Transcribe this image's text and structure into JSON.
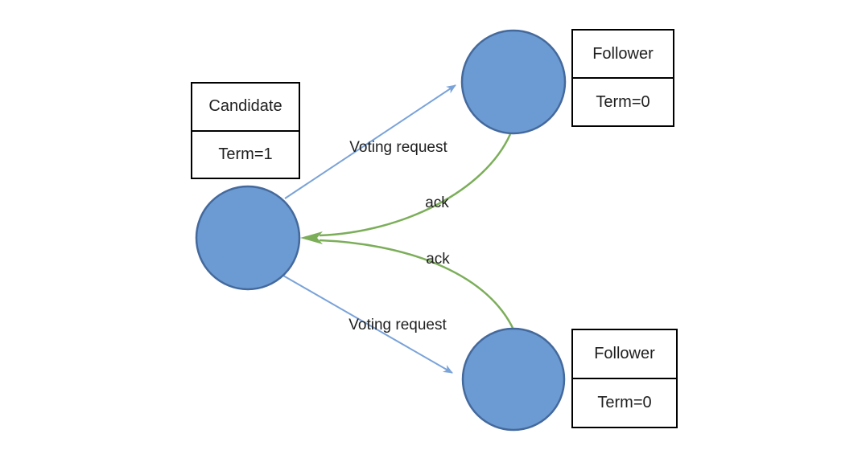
{
  "nodes": {
    "candidate": {
      "role": "Candidate",
      "term": "Term=1"
    },
    "follower_top": {
      "role": "Follower",
      "term": "Term=0"
    },
    "follower_bottom": {
      "role": "Follower",
      "term": "Term=0"
    }
  },
  "edges": {
    "voting_request_top": {
      "label": "Voting request"
    },
    "voting_request_bottom": {
      "label": "Voting request"
    },
    "ack_top": {
      "label": "ack"
    },
    "ack_bottom": {
      "label": "ack"
    }
  },
  "colors": {
    "node_fill": "#6B9BD2",
    "node_border": "#44699D",
    "voting_request_arrow": "#7AA3D9",
    "ack_arrow": "#7CAE5A",
    "box_border": "#000000",
    "text": "#1F1F1F",
    "background": "#FFFFFF"
  }
}
